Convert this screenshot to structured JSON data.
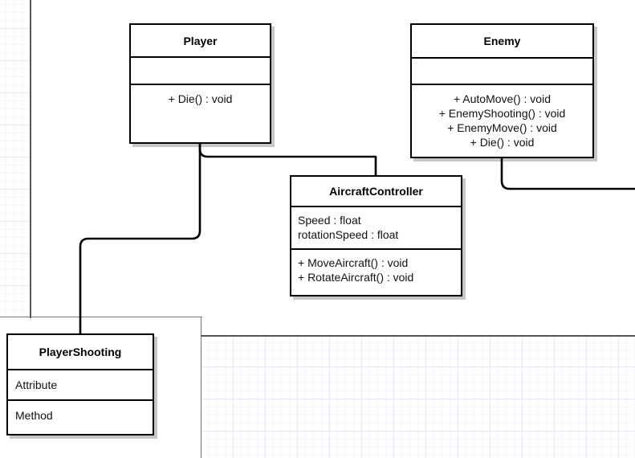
{
  "diagram": {
    "type": "uml-class-diagram",
    "classes": [
      {
        "id": "player",
        "name": "Player",
        "attributes": [],
        "methods": [
          "+ Die() : void"
        ]
      },
      {
        "id": "enemy",
        "name": "Enemy",
        "attributes": [],
        "methods": [
          "+ AutoMove() : void",
          "+ EnemyShooting() : void",
          "+ EnemyMove() : void",
          "+ Die() : void"
        ]
      },
      {
        "id": "aircraft",
        "name": "AircraftController",
        "attributes": [
          "Speed : float",
          "rotationSpeed : float"
        ],
        "methods": [
          "+ MoveAircraft() : void",
          "+ RotateAircraft() : void"
        ]
      },
      {
        "id": "shooting",
        "name": "PlayerShooting",
        "attributes": [
          "Attribute"
        ],
        "methods": [
          "Method"
        ]
      }
    ],
    "connections": [
      {
        "name": "player-to-aircraft",
        "from": "Player",
        "to": "AircraftController"
      },
      {
        "name": "player-to-playershooting",
        "from": "Player",
        "to": "PlayerShooting"
      },
      {
        "name": "enemy-to-right",
        "from": "Enemy",
        "to": ""
      }
    ],
    "colors": {
      "line": "#000000",
      "box_fill": "#ffffff",
      "shadow": "#cccccc",
      "grid_minor": "#f6f6fb",
      "grid_major": "#e8e8f8",
      "frame": "#555555"
    }
  }
}
